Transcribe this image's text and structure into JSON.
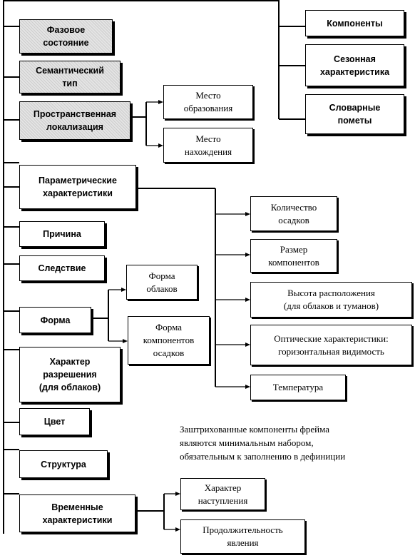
{
  "right_components": [
    {
      "id": "komponenty",
      "label": "Компоненты"
    },
    {
      "id": "sezonnaya",
      "label": "Сезонная\nхарактеристика"
    },
    {
      "id": "slovarnye",
      "label": "Словарные\nпометы"
    }
  ],
  "left_components": [
    {
      "id": "fazovoe",
      "label": "Фазовое\nсостояние",
      "shaded": true
    },
    {
      "id": "semanticheskiy",
      "label": "Семантический\nтип",
      "shaded": true
    },
    {
      "id": "prostranstvennaya",
      "label": "Пространственная\nлокализация",
      "shaded": true
    },
    {
      "id": "parametricheskie",
      "label": "Параметрические\nхарактеристики",
      "shaded": false
    },
    {
      "id": "prichina",
      "label": "Причина",
      "shaded": false
    },
    {
      "id": "sledstvie",
      "label": "Следствие",
      "shaded": false
    },
    {
      "id": "forma",
      "label": "Форма",
      "shaded": false
    },
    {
      "id": "kharakter",
      "label": "Характер\nразрешения\n(для облаков)",
      "shaded": false
    },
    {
      "id": "tsvet",
      "label": "Цвет",
      "shaded": false
    },
    {
      "id": "struktura",
      "label": "Структура",
      "shaded": false
    },
    {
      "id": "vremennye",
      "label": "Временные\nхарактеристики",
      "shaded": false
    }
  ],
  "sub_components": {
    "prostranstvennaya": [
      "Место\nобразования",
      "Место\nнахождения"
    ],
    "parametricheskie": [
      "Количество\nосадков",
      "Размер\nкомпонентов",
      "Высота расположения\n(для облаков и туманов)",
      "Оптические характеристики:\nгоризонтальная видимость",
      "Температура"
    ],
    "forma": [
      "Форма\nоблаков",
      "Форма\nкомпонентов\nосадков"
    ],
    "vremennye": [
      "Характер\nнаступления",
      "Продолжительность\nявления"
    ]
  },
  "note": "Заштрихованные компоненты фрейма\nявляются минимальным набором,\nобязательным к заполнению в дефиниции"
}
